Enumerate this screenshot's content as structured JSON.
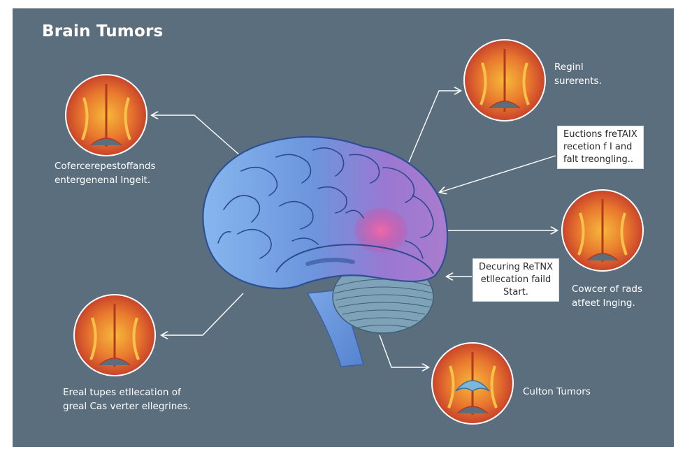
{
  "header": {
    "title": "Brain Tumors"
  },
  "callouts": {
    "top_right": {
      "lines": [
        "Reginl",
        "surerents."
      ]
    },
    "left_upper": {
      "lines": [
        "Cofercerepestoffands",
        "entergenenal Ingeit."
      ]
    },
    "box_right": {
      "lines": [
        "Euctions freTAIX",
        "recetion f I and",
        "falt treongling.."
      ]
    },
    "box_center": {
      "lines": [
        "Decuring ReTNX",
        "etllecation faild",
        "Start."
      ]
    },
    "right_mid": {
      "lines": [
        "Cowcer of rads",
        "atfeet Inging."
      ]
    },
    "left_lower": {
      "lines": [
        "Ereal tupes etllecation of",
        "greal Cas verter ellegrines."
      ]
    },
    "bottom_right": {
      "lines": [
        "Culton Tumors"
      ]
    }
  },
  "colors": {
    "background": "#5b6e7e",
    "brain_blue": "#6f9fe0",
    "brain_purple": "#9a7ad0",
    "tumor_pink": "#e0559c",
    "scan_orange": "#e8772e",
    "scan_yellow": "#f6b93a",
    "scan_red": "#c8432a"
  }
}
